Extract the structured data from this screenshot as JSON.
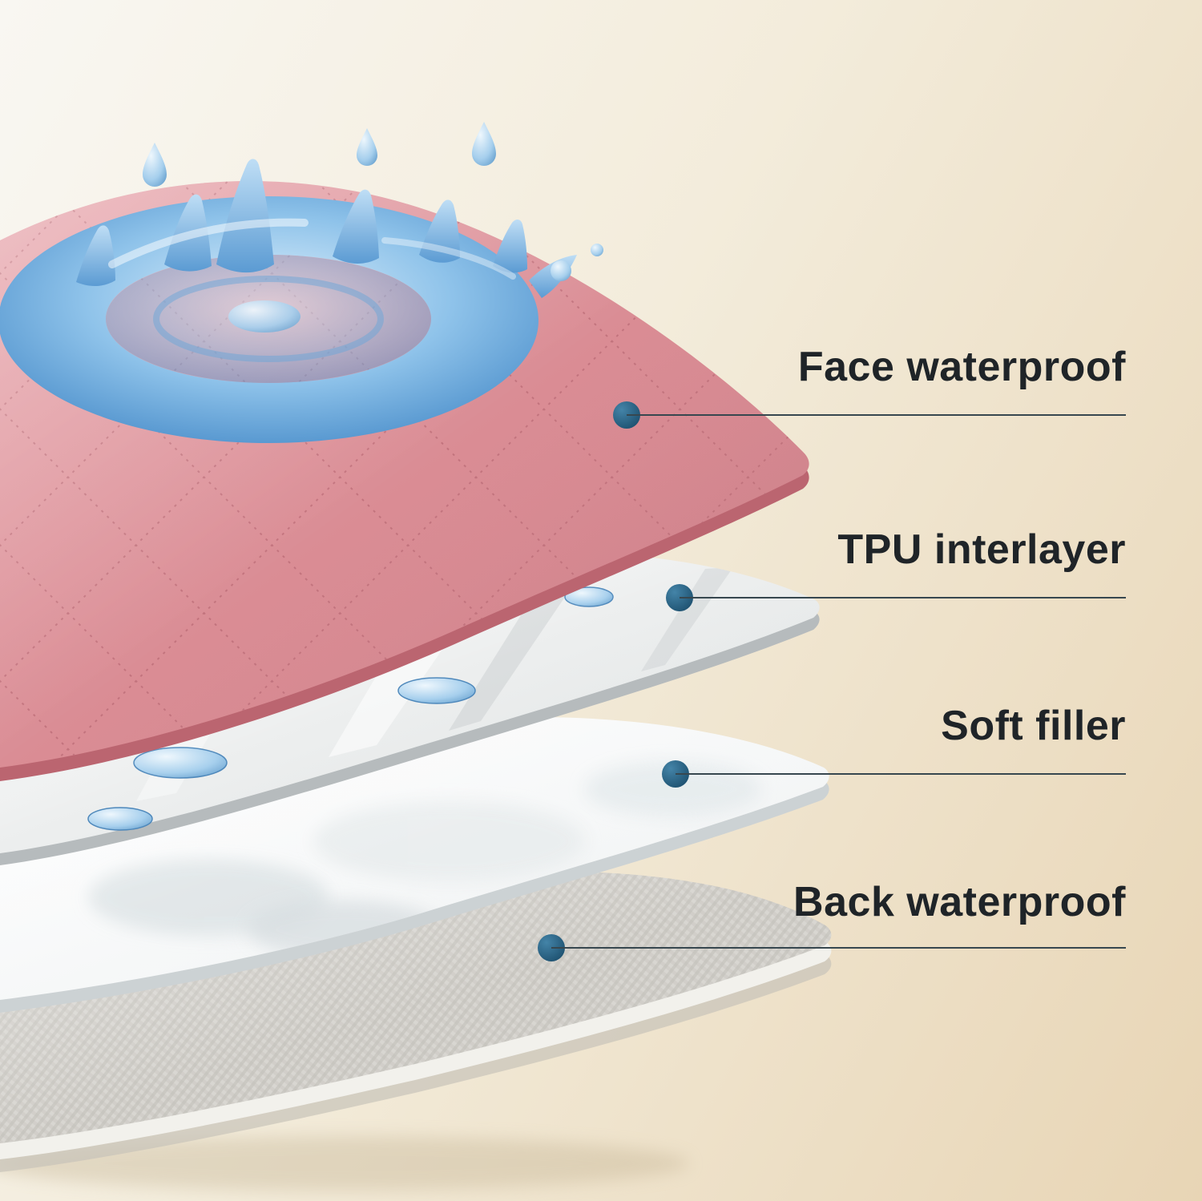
{
  "colors": {
    "background_start": "#f8f6f0",
    "background_end": "#e8d5b5",
    "callout_dot": "#2a607f",
    "callout_line": "#37474f",
    "label_text": "#1f2428",
    "layer_face_waterproof": "#d98b93",
    "layer_tpu_interlayer": "#eceeee",
    "layer_soft_filler": "#f4f6f7",
    "layer_back_waterproof": "#d8d6d1",
    "water": "#5b9bd3"
  },
  "callouts": [
    {
      "id": "face-waterproof",
      "label": "Face waterproof"
    },
    {
      "id": "tpu-interlayer",
      "label": "TPU interlayer"
    },
    {
      "id": "soft-filler",
      "label": "Soft filler"
    },
    {
      "id": "back-waterproof",
      "label": "Back waterproof"
    }
  ]
}
